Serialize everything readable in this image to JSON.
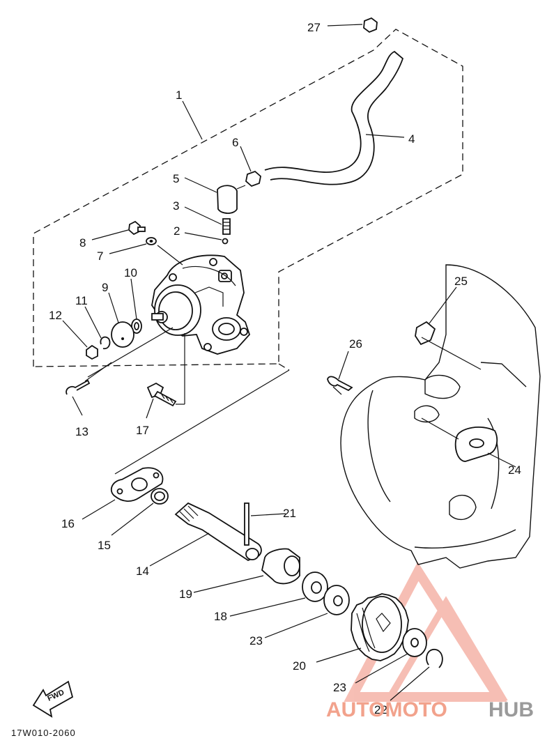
{
  "labels": {
    "p1": "1",
    "p2": "2",
    "p3": "3",
    "p4": "4",
    "p5": "5",
    "p6": "6",
    "p7": "7",
    "p8": "8",
    "p9": "9",
    "p10": "10",
    "p11": "11",
    "p12": "12",
    "p13": "13",
    "p14": "14",
    "p15": "15",
    "p16": "16",
    "p17": "17",
    "p18": "18",
    "p19": "19",
    "p20": "20",
    "p21": "21",
    "p22": "22",
    "p23a": "23",
    "p23b": "23",
    "p24": "24",
    "p25": "25",
    "p26": "26",
    "p27": "27"
  },
  "diagram_code": "17W010-2060",
  "fwd_label": "FWD",
  "watermark": {
    "brand_part1": "AUTOMOTO",
    "brand_part2": "HUB",
    "color_accent": "#f2a28c",
    "color_gray": "#9a9a9a"
  }
}
